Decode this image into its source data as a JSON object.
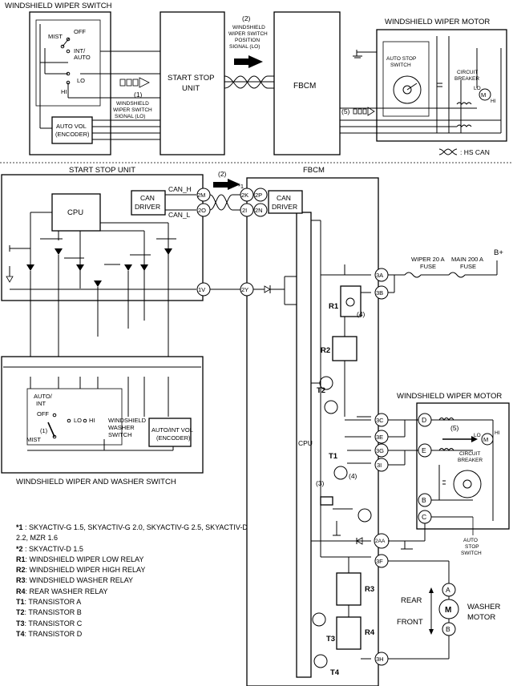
{
  "top": {
    "switch_title": "WINDSHIELD WIPER SWITCH",
    "motor_title": "WINDSHIELD WIPER MOTOR",
    "start_stop_unit": "START STOP UNIT",
    "fbcm": "FBCM",
    "switch_positions": {
      "mist": "MIST",
      "off": "OFF",
      "int_auto": "INT/ AUTO",
      "lo": "LO",
      "hi": "HI"
    },
    "auto_vol": "AUTO VOL (ENCODER)",
    "sig1_num": "(1)",
    "sig1_text": "WINDSHIELD WIPER SWITCH SIGNAL (LO)",
    "sig2_num": "(2)",
    "sig2_text": "WINDSHIELD WIPER SWITCH POSITION SIGNAL (LO)",
    "sig5_num": "(5)",
    "auto_stop_switch": "AUTO STOP SWITCH",
    "circuit_breaker": "CIRCUIT BREAKER",
    "lo": "LO",
    "hi": "HI",
    "hs_can": ": HS CAN"
  },
  "bottom": {
    "ssu_title": "START STOP UNIT",
    "fbcm_title": "FBCM",
    "cpu": "CPU",
    "can_driver": "CAN DRIVER",
    "can_h": "CAN_H",
    "can_l": "CAN_L",
    "star1": "*1",
    "star2": "*2",
    "sig2_num": "(2)",
    "terminals_ssu": [
      "2M",
      "2O",
      "1V"
    ],
    "terminals_fbcm_left": [
      "2K",
      "2I",
      "2Y"
    ],
    "terminals_fbcm_alt": [
      "2P",
      "2N"
    ],
    "terminals_fbcm_right": [
      "3A",
      "3B",
      "3C",
      "3E",
      "3G",
      "3I",
      "2AA",
      "3F",
      "3H"
    ],
    "wiper_fuse": "WIPER 20 A FUSE",
    "main_fuse": "MAIN 200 A FUSE",
    "b_plus": "B+",
    "relay_labels": [
      "R1",
      "R2",
      "R3",
      "R4"
    ],
    "transistor_labels": [
      "T1",
      "T2",
      "T3",
      "T4"
    ],
    "step_labels": [
      "(3)",
      "(4)",
      "(4)",
      "(5)"
    ],
    "motor_title": "WINDSHIELD WIPER MOTOR",
    "motor_terms": [
      "D",
      "E",
      "B",
      "C"
    ],
    "circuit_breaker": "CIRCUIT BREAKER",
    "auto_stop_switch": "AUTO STOP SWITCH",
    "washer_switch_title": "WINDSHIELD WIPER AND WASHER SWITCH",
    "washer_switch": "WINDSHIELD WASHER SWITCH",
    "auto_int_vol": "AUTO/INT VOL (ENCODER)",
    "sw_auto_int": "AUTO/ INT",
    "sw_off": "OFF",
    "sw_lo": "LO",
    "sw_hi": "HI",
    "sw_mist": "MIST",
    "sw_step": "(1)",
    "washer_motor": "WASHER MOTOR",
    "rear": "REAR",
    "front": "FRONT",
    "washer_terms": [
      "A",
      "B"
    ],
    "motor_m": "M"
  },
  "legend": [
    {
      "key": "*1",
      "text": " : SKYACTIV-G 1.5, SKYACTIV-G 2.0, SKYACTIV-G 2.5, SKYACTIV-D 2.2, MZR 1.6"
    },
    {
      "key": "*2",
      "text": " : SKYACTIV-D 1.5"
    },
    {
      "key": "R1",
      "text": ": WINDSHIELD WIPER LOW RELAY"
    },
    {
      "key": "R2",
      "text": ": WINDSHIELD WIPER HIGH RELAY"
    },
    {
      "key": "R3",
      "text": ": WINDSHIELD WASHER RELAY"
    },
    {
      "key": "R4",
      "text": ": REAR WASHER RELAY"
    },
    {
      "key": "T1",
      "text": ": TRANSISTOR A"
    },
    {
      "key": "T2",
      "text": ": TRANSISTOR B"
    },
    {
      "key": "T3",
      "text": ": TRANSISTOR C"
    },
    {
      "key": "T4",
      "text": ": TRANSISTOR D"
    }
  ]
}
